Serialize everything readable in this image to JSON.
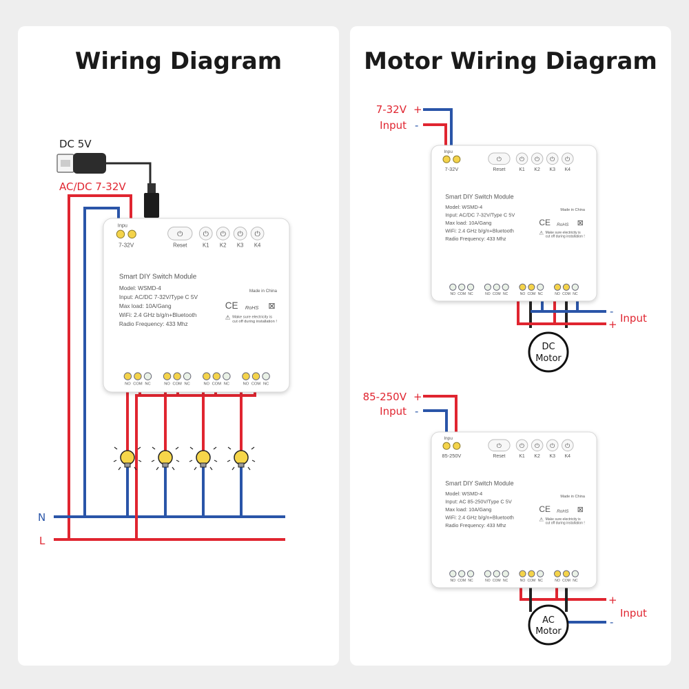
{
  "left_panel": {
    "title": "Wiring Diagram",
    "dc_label": "DC 5V",
    "acdc_label": "AC/DC 7-32V",
    "n_label": "N",
    "l_label": "L",
    "module": {
      "input_terminal": "7-32V",
      "input_tag": "Inpu",
      "title": "Smart DIY Switch Module",
      "model": "Model: WSMD-4",
      "input": "Input: AC/DC 7-32V/Type C 5V",
      "max_load": "Max load: 10A/Gang",
      "wifi": "WiFi: 2.4 GHz b/g/n+Bluetooth",
      "radio": "Radio Frequency: 433 Mhz"
    }
  },
  "right_panel": {
    "title": "Motor Wiring Diagram",
    "dc_section": {
      "voltage_label": "7-32V",
      "input_label": "Input",
      "plus": "+",
      "minus": "-",
      "out_input_label": "Input",
      "motor_line1": "DC",
      "motor_line2": "Motor",
      "module": {
        "input_terminal": "7-32V",
        "input_tag": "Inpu",
        "title": "Smart DIY Switch Module",
        "model": "Model: WSMD-4",
        "input": "Input: AC/DC 7-32V/Type C 5V",
        "max_load": "Max load: 10A/Gang",
        "wifi": "WiFi: 2.4 GHz b/g/n+Bluetooth",
        "radio": "Radio Frequency: 433 Mhz"
      }
    },
    "ac_section": {
      "voltage_label": "85-250V",
      "input_label": "Input",
      "plus": "+",
      "minus": "-",
      "out_input_label": "Input",
      "motor_line1": "AC",
      "motor_line2": "Motor",
      "module": {
        "input_terminal": "85-250V",
        "input_tag": "Inpu",
        "title": "Smart DIY Switch Module",
        "model": "Model: WSMD-4",
        "input": "Input: AC 85-250V/Type C 5V",
        "max_load": "Max load: 10A/Gang",
        "wifi": "WiFi: 2.4 GHz b/g/n+Bluetooth",
        "radio": "Radio Frequency: 433 Mhz"
      }
    }
  },
  "module_common": {
    "made_in": "Made in China",
    "ce": "CE",
    "rohs": "RoHS",
    "warning": "Make sure electricity is",
    "warning2": "cut off during installation !",
    "buttons": [
      "Reset",
      "K1",
      "K2",
      "K3",
      "K4"
    ],
    "terminals": [
      "NO",
      "COM",
      "NC",
      "NO",
      "COM",
      "NC",
      "NO",
      "COM",
      "NC",
      "NO",
      "COM",
      "NC"
    ]
  },
  "colors": {
    "red_wire": "#e02530",
    "blue_wire": "#2a55a8",
    "black_wire": "#222222",
    "label_red": "#e02530",
    "label_blue": "#2a55a8",
    "panel": "#ffffff",
    "background": "#eeeeee"
  }
}
